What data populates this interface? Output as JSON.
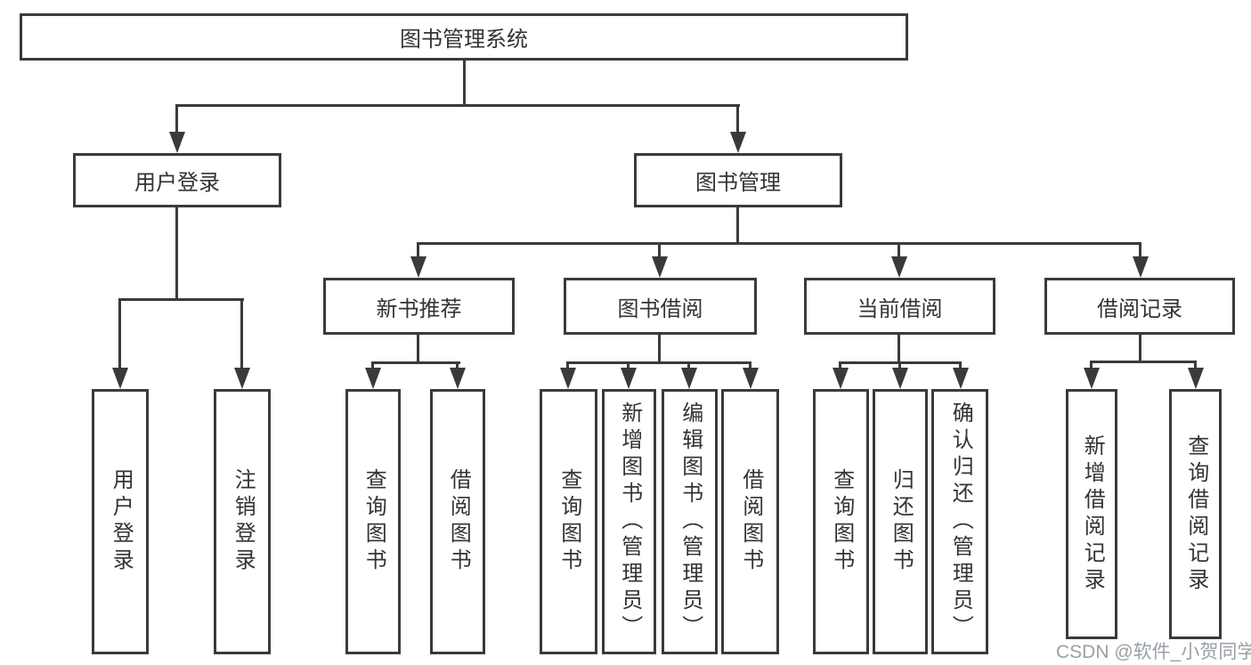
{
  "page": {
    "watermark": "CSDN @软件_小贺同学",
    "colors": {
      "line": "#3a3a3a",
      "text": "#333333",
      "background": "#ffffff",
      "watermark": "#9aa0a6"
    }
  },
  "tree": {
    "label": "图书管理系统",
    "children": [
      {
        "label": "用户登录",
        "children": [
          {
            "label": "用户登录"
          },
          {
            "label": "注销登录"
          }
        ]
      },
      {
        "label": "图书管理",
        "children": [
          {
            "label": "新书推荐",
            "children": [
              {
                "label": "查询图书"
              },
              {
                "label": "借阅图书"
              }
            ]
          },
          {
            "label": "图书借阅",
            "children": [
              {
                "label": "查询图书"
              },
              {
                "label": "新增图书（管理员）"
              },
              {
                "label": "编辑图书（管理员）"
              },
              {
                "label": "借阅图书"
              }
            ]
          },
          {
            "label": "当前借阅",
            "children": [
              {
                "label": "查询图书"
              },
              {
                "label": "归还图书"
              },
              {
                "label": "确认归还（管理员）"
              }
            ]
          },
          {
            "label": "借阅记录",
            "children": [
              {
                "label": "新增借阅记录"
              },
              {
                "label": "查询借阅记录"
              }
            ]
          }
        ]
      }
    ]
  }
}
